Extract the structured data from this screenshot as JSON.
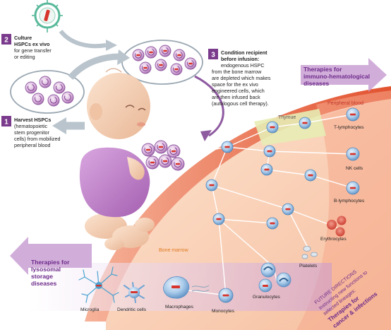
{
  "colors": {
    "purple": "#6d2a8a",
    "stepBox": "#7b3b8d",
    "arc": "#e8603a",
    "boneMarrow": "#f9d6bd",
    "thymus": "#e7ecb4",
    "cell": "#6fa4d6",
    "redBar": "#d6342c"
  },
  "steps": {
    "s1": {
      "number": "1",
      "title": "Harvest HSPCs",
      "lines": [
        "(hematopoietic",
        "stem progenitor",
        "cells) from mobilized",
        "peripheral blood"
      ]
    },
    "s2": {
      "number": "2",
      "title": "Culture",
      "title2": "HSPCs ex vivo",
      "lines": [
        "for gene transfer",
        "or editing"
      ]
    },
    "s3": {
      "number": "3",
      "title": "Condition recipient",
      "title2": "before infusion:",
      "lines": [
        "endogenous HSPC",
        "from the bone marrow",
        "are depleted which makes",
        "space for the ex vivo",
        "engineered cells, which",
        "are then infused back",
        "(autologous cell therapy)."
      ]
    }
  },
  "regions": {
    "thymus": "Thymue",
    "peripheral": "Peripheral blood",
    "boneMarrow": "Bone marrow"
  },
  "cells": {
    "tLymph": "T-lymphocytes",
    "nk": "NK cells",
    "bLymph": "B-lymphocytes",
    "ery": "Erythrocytes",
    "platelets": "Platelets",
    "granulocytes": "Granulocytes",
    "monocytes": "Monocytes",
    "macrophages": "Macrophages",
    "dendritic": "Dendritic cells",
    "microglia": "Microglia"
  },
  "therapies": {
    "immuno": [
      "Therapies for",
      "immuno-hematological",
      "diseases"
    ],
    "lysosomal": [
      "Therapies for",
      "lysosomal",
      "storage",
      "diseases"
    ],
    "future": {
      "heading": "FUTURE DIRECTIONS",
      "line1": "Instructing new functions to",
      "line2": "selected lineages:",
      "bold1": "Therapies for",
      "bold2": "cancer & infections"
    }
  }
}
